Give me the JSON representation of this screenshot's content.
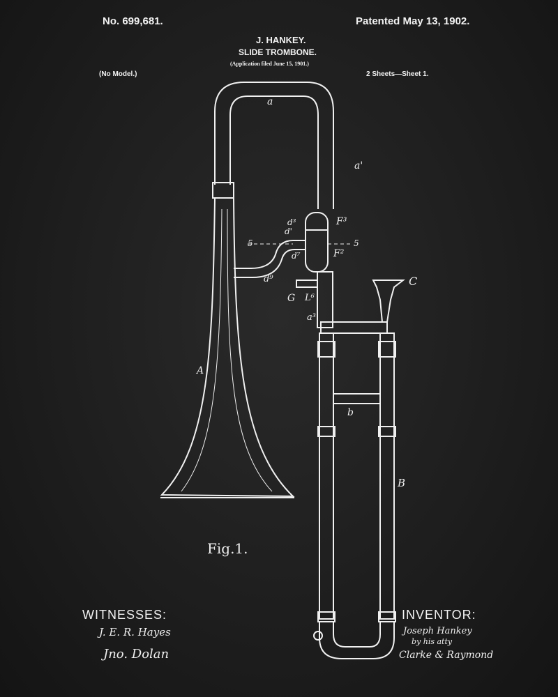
{
  "header": {
    "patent_no": "No. 699,681.",
    "patented": "Patented May 13, 1902.",
    "inventor_name": "J. HANKEY.",
    "title": "SLIDE TROMBONE.",
    "application": "(Application filed June 15, 1901.)",
    "model": "(No Model.)",
    "sheets": "2 Sheets—Sheet 1."
  },
  "labels": {
    "a": "a",
    "a1": "a'",
    "d3": "d³",
    "d1": "d'",
    "five_left": "5",
    "five_right": "5",
    "F3": "F³",
    "F2": "F²",
    "d7": "d⁷",
    "d9": "d⁹",
    "G": "G",
    "C": "C",
    "L6": "L⁶",
    "a3": "a³",
    "A": "A",
    "b": "b",
    "B": "B",
    "fig": "Fig.1."
  },
  "footer": {
    "witnesses_label": "WITNESSES:",
    "witness_1": "J. E. R. Hayes",
    "witness_2": "Jno. Dolan",
    "inventor_label": "INVENTOR:",
    "inventor_sig": "Joseph Hankey",
    "attorney_line": "by his atty",
    "attorney": "Clarke & Raymond"
  }
}
